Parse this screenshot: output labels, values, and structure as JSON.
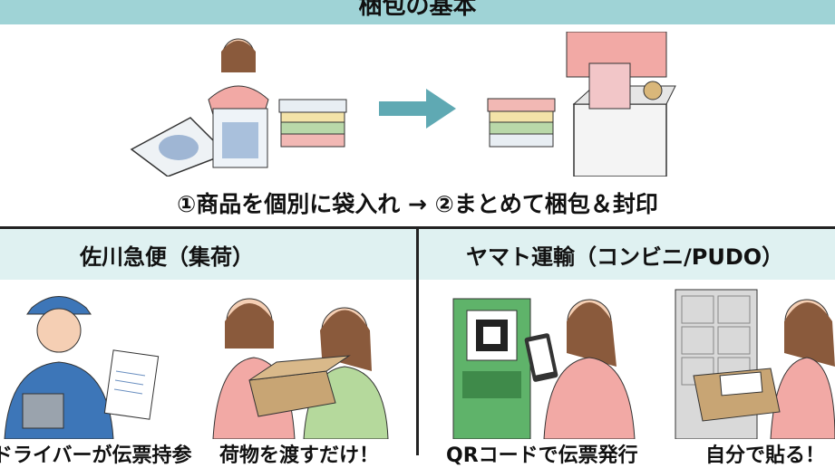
{
  "header": {
    "title": "梱包の基本"
  },
  "steps": {
    "caption": "①商品を個別に袋入れ → ②まとめて梱包＆封印"
  },
  "panels": [
    {
      "title": "佐川急便（集荷）",
      "captions": [
        "ドライバーが伝票持参",
        "荷物を渡すだけ！"
      ]
    },
    {
      "title": "ヤマト運輸（コンビニ/PUDO）",
      "captions": [
        "QRコードで伝票発行",
        "自分で貼る！"
      ]
    }
  ],
  "colors": {
    "band": "#9fd3d6",
    "panel": "#dff1f1",
    "arrow": "#5fa9b3",
    "pink": "#f2a9a5",
    "green": "#5fb36a",
    "blue": "#3d76b8"
  }
}
